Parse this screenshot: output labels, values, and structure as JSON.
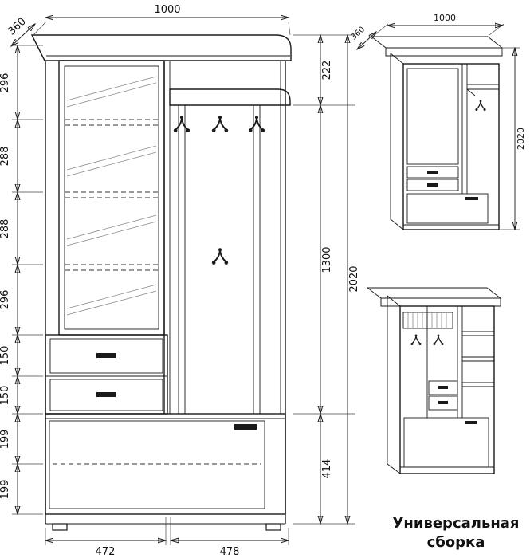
{
  "main_view": {
    "dim_width_top": "1000",
    "dim_depth": "360",
    "left_chain": [
      "296",
      "288",
      "288",
      "296",
      "150",
      "150",
      "199",
      "199"
    ],
    "right_chain": [
      "222",
      "1300",
      "414"
    ],
    "dim_total_height": "2020",
    "bottom_dims": [
      "472",
      "478"
    ]
  },
  "iso_view": {
    "dim_depth": "360",
    "dim_width": "1000",
    "dim_height": "2020"
  },
  "caption": {
    "line1": "Универсальная",
    "line2": "сборка"
  },
  "colors": {
    "line": "#1a1a1a",
    "hatch": "#8a8a8a",
    "background": "#ffffff"
  }
}
